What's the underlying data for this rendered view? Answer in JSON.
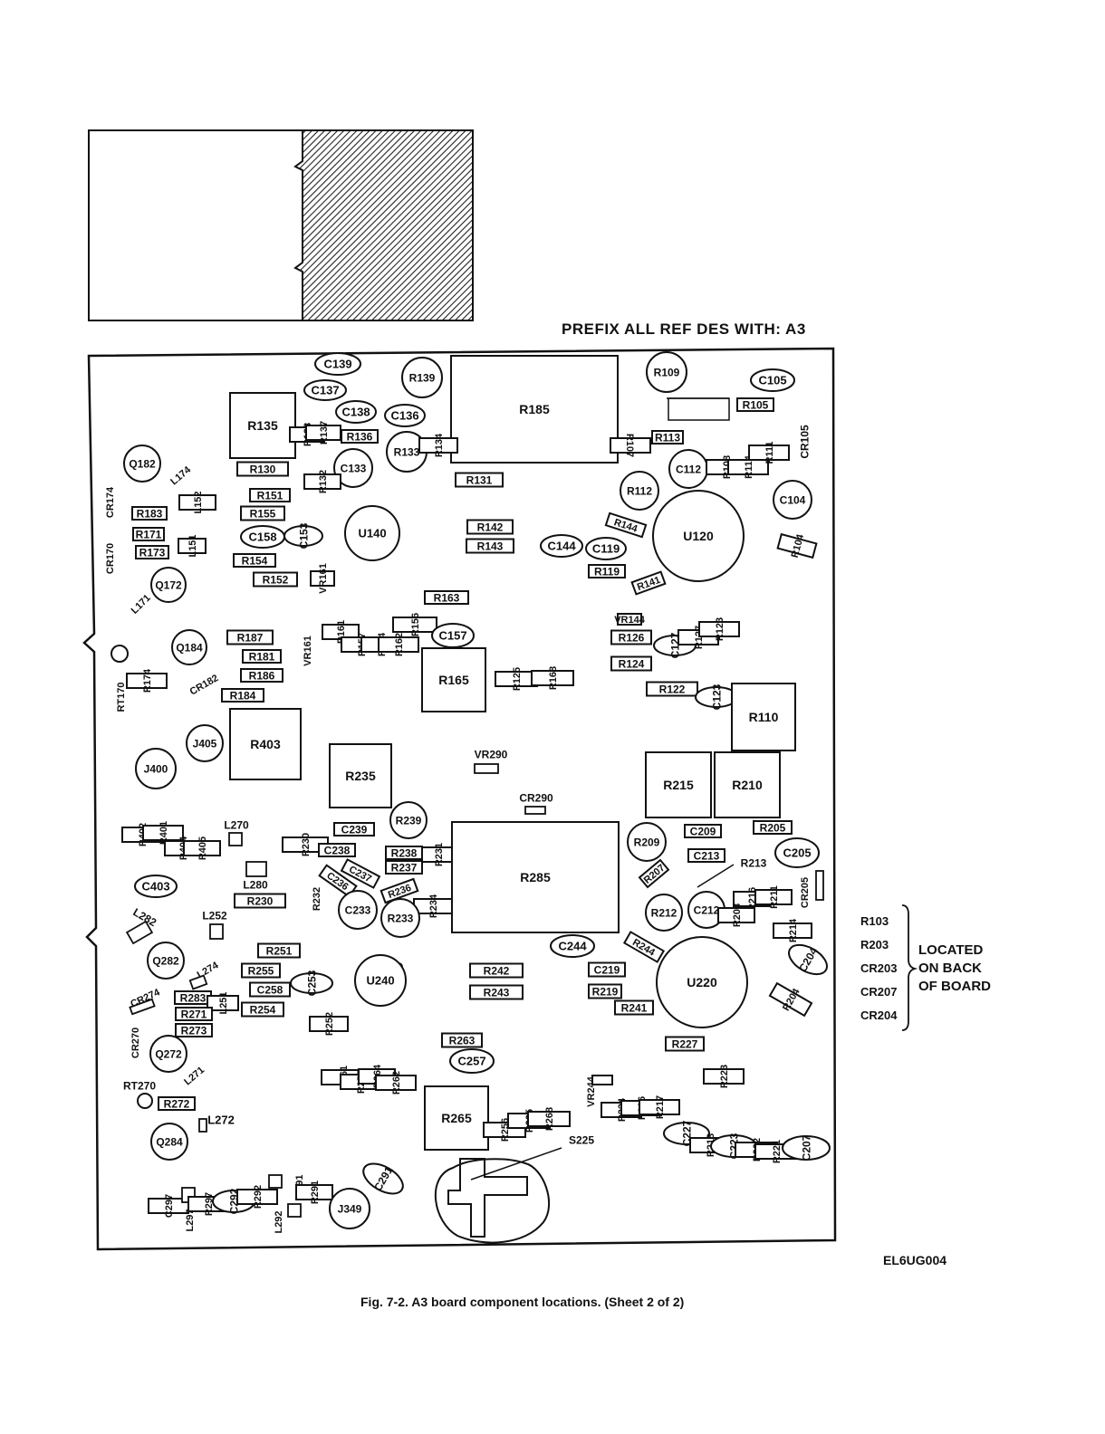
{
  "prefix_note": "PREFIX ALL REF DES WITH: A3",
  "drawing_number": "EL6UG004",
  "figure_caption": "Fig. 7-2.  A3 board component locations.  (Sheet 2 of 2)",
  "back_of_board": {
    "refs": [
      "R103",
      "R203",
      "CR203",
      "CR207",
      "CR204"
    ],
    "lines": [
      "LOCATED",
      "ON BACK",
      "OF BOARD"
    ]
  },
  "components": {
    "C139": "C139",
    "C137": "C137",
    "C138": "C138",
    "C136": "C136",
    "C133": "C133",
    "C105": "C105",
    "C112": "C112",
    "C104": "C104",
    "C158": "C158",
    "C153": "C153",
    "C144": "C144",
    "C119": "C119",
    "C157": "C157",
    "C127": "C127",
    "C123": "C123",
    "C239": "C239",
    "C238": "C238",
    "C237": "C237",
    "C236": "C236",
    "C233": "C233",
    "C403": "C403",
    "C209": "C209",
    "C213": "C213",
    "C205": "C205",
    "C212": "C212",
    "C204": "C204",
    "C244": "C244",
    "C219": "C219",
    "C253": "C253",
    "C258": "C258",
    "C257": "C257",
    "C227": "C227",
    "C223": "C223",
    "C207": "C207",
    "C291": "C291",
    "C297": "C297",
    "C292": "C292",
    "R139": "R139",
    "R109": "R109",
    "R185": "R185",
    "R135": "R135",
    "R138": "R138",
    "R137": "R137",
    "R136": "R136",
    "R133": "R133",
    "R134": "R134",
    "R105": "R105",
    "R107": "R107",
    "R113": "R113",
    "R108": "R108",
    "R114": "R114",
    "R111": "R111",
    "R130": "R130",
    "R132": "R132",
    "R131": "R131",
    "R112": "R112",
    "R151": "R151",
    "R155": "R155",
    "R183": "R183",
    "R171": "R171",
    "R173": "R173",
    "R154": "R154",
    "R152": "R152",
    "R142": "R142",
    "R143": "R143",
    "R144": "R144",
    "R119": "R119",
    "R141": "R141",
    "R104": "R104",
    "R163": "R163",
    "R187": "R187",
    "R181": "R181",
    "R186": "R186",
    "R184": "R184",
    "R174": "R174",
    "R161": "R161",
    "R157": "R157",
    "R164": "R164",
    "R162": "R162",
    "R156": "R156",
    "R165": "R165",
    "R125": "R125",
    "R168": "R168",
    "R126": "R126",
    "R124": "R124",
    "R127": "R127",
    "R123": "R123",
    "R122": "R122",
    "R110": "R110",
    "R403": "R403",
    "R235": "R235",
    "R215": "R215",
    "R210": "R210",
    "R402": "R402",
    "R401": "R401",
    "R404": "R404",
    "R405": "R405",
    "R230": "R230",
    "R239": "R239",
    "R231": "R231",
    "R285": "R285",
    "R209": "R209",
    "R205": "R205",
    "R207": "R207",
    "R213": "R213",
    "R238": "R238",
    "R237": "R237",
    "R236": "R236",
    "R233": "R233",
    "R234": "R234",
    "R232": "R232",
    "R212": "R212",
    "R208": "R208",
    "R216": "R216",
    "R211": "R211",
    "R214": "R214",
    "R251": "R251",
    "R255": "R255",
    "R254": "R254",
    "R252": "R252",
    "R242": "R242",
    "R243": "R243",
    "R244": "R244",
    "R241": "R241",
    "R204": "R204",
    "R283": "R283",
    "R271": "R271",
    "R273": "R273",
    "R263": "R263",
    "R227": "R227",
    "R223": "R223",
    "R261": "R261",
    "R257": "R257",
    "R264": "R264",
    "R262": "R262",
    "R265": "R265",
    "R256": "R256",
    "R225": "R225",
    "R268": "R268",
    "R224": "R224",
    "R226": "R226",
    "R217": "R217",
    "R218": "R218",
    "R222": "R222",
    "R221": "R221",
    "R272": "R272",
    "R297": "R297",
    "R292": "R292",
    "R291": "R291",
    "RT170": "RT170",
    "RT270": "RT270",
    "Q182": "Q182",
    "Q172": "Q172",
    "Q184": "Q184",
    "Q282": "Q282",
    "Q272": "Q272",
    "Q284": "Q284",
    "U140": "U140",
    "U120": "U120",
    "U240": "U240",
    "U220": "U220",
    "L174": "L174",
    "L152": "L152",
    "L151": "L151",
    "L171": "L171",
    "L270": "L270",
    "L280": "L280",
    "L282": "L282",
    "L252": "L252",
    "L274": "L274",
    "L251": "L251",
    "L271": "L271",
    "L272": "L272",
    "L297": "L297",
    "L291": "L291",
    "L292": "L292",
    "CR174": "CR174",
    "CR170": "CR170",
    "CR182": "CR182",
    "CR105": "CR105",
    "CR290": "CR290",
    "CR205": "CR205",
    "CR274": "CR274",
    "CR270": "CR270",
    "VR161": "VR161",
    "VR144": "VR144",
    "VR290": "VR290",
    "VR244": "VR244",
    "J405": "J405",
    "J400": "J400",
    "J349": "J349",
    "S225": "S225"
  }
}
